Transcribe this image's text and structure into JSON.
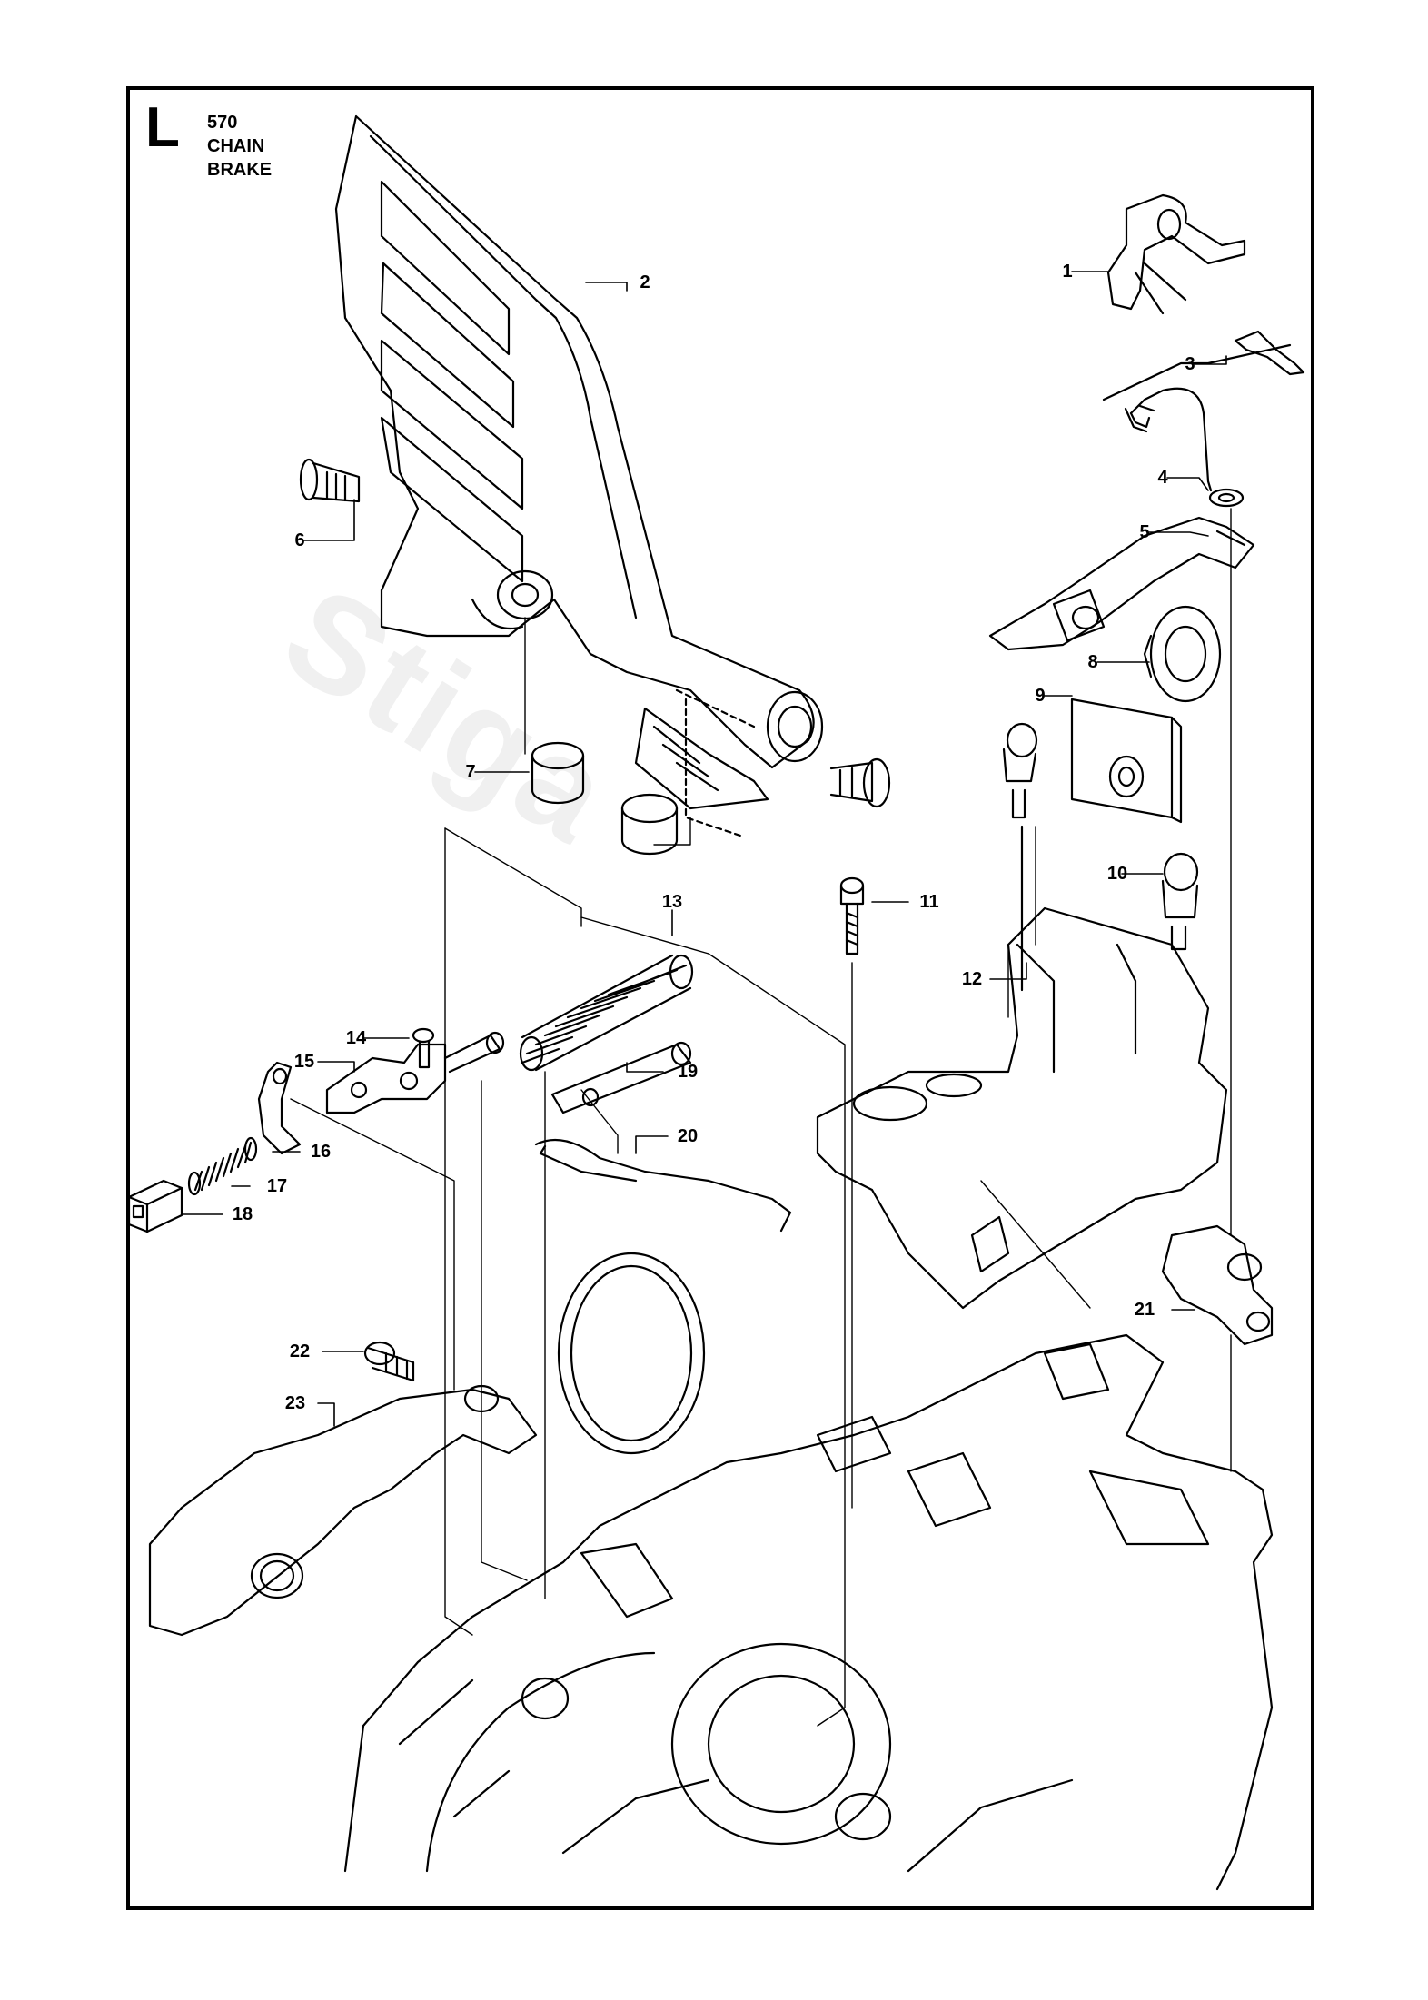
{
  "section_letter": "L",
  "title": {
    "line1": "570",
    "line2": "CHAIN",
    "line3": "BRAKE"
  },
  "watermark": "Stiga",
  "callouts": {
    "c1": "1",
    "c2": "2",
    "c3": "3",
    "c4": "4",
    "c5": "5",
    "c6": "6",
    "c7": "7",
    "c8": "8",
    "c9": "9",
    "c10": "10",
    "c11": "11",
    "c12": "12",
    "c13": "13",
    "c14": "14",
    "c15": "15",
    "c16": "16",
    "c17": "17",
    "c18": "18",
    "c19": "19",
    "c20": "20",
    "c21": "21",
    "c22": "22",
    "c23": "23"
  },
  "colors": {
    "line": "#000000",
    "background": "#ffffff"
  }
}
